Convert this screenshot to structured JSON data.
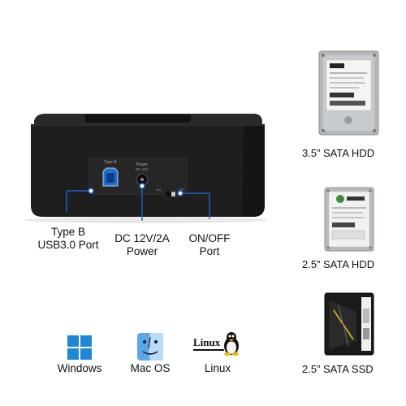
{
  "dock": {
    "port_label": "Type B",
    "power_small_label": "Power",
    "power_small_sub": "DC 12V",
    "switch_on": "ON",
    "switch_off": "OFF"
  },
  "callouts": {
    "type_b_line1": "Type B",
    "type_b_line2": "USB3.0 Port",
    "dc_line1": "DC 12V/2A",
    "dc_line2": "Power",
    "switch_line1": "ON/OFF",
    "switch_line2": "Port"
  },
  "drives": [
    {
      "label": "3.5”  SATA HDD",
      "kind": "hdd-35"
    },
    {
      "label": "2.5”  SATA HDD",
      "kind": "hdd-25"
    },
    {
      "label": "2.5”  SATA SSD",
      "kind": "ssd-25"
    }
  ],
  "os": [
    {
      "label": "Windows",
      "icon": "windows-logo-icon"
    },
    {
      "label": "Mac OS",
      "icon": "mac-finder-icon"
    },
    {
      "label": "Linux",
      "icon": "linux-tux-icon"
    }
  ],
  "os_logo_text": {
    "linux": "Linux"
  },
  "colors": {
    "dock_body": "#1e1e1e",
    "callout_line": "#1a64c8",
    "windows_blue": "#1e88d6",
    "ssd_dark": "#1a1a1a"
  }
}
